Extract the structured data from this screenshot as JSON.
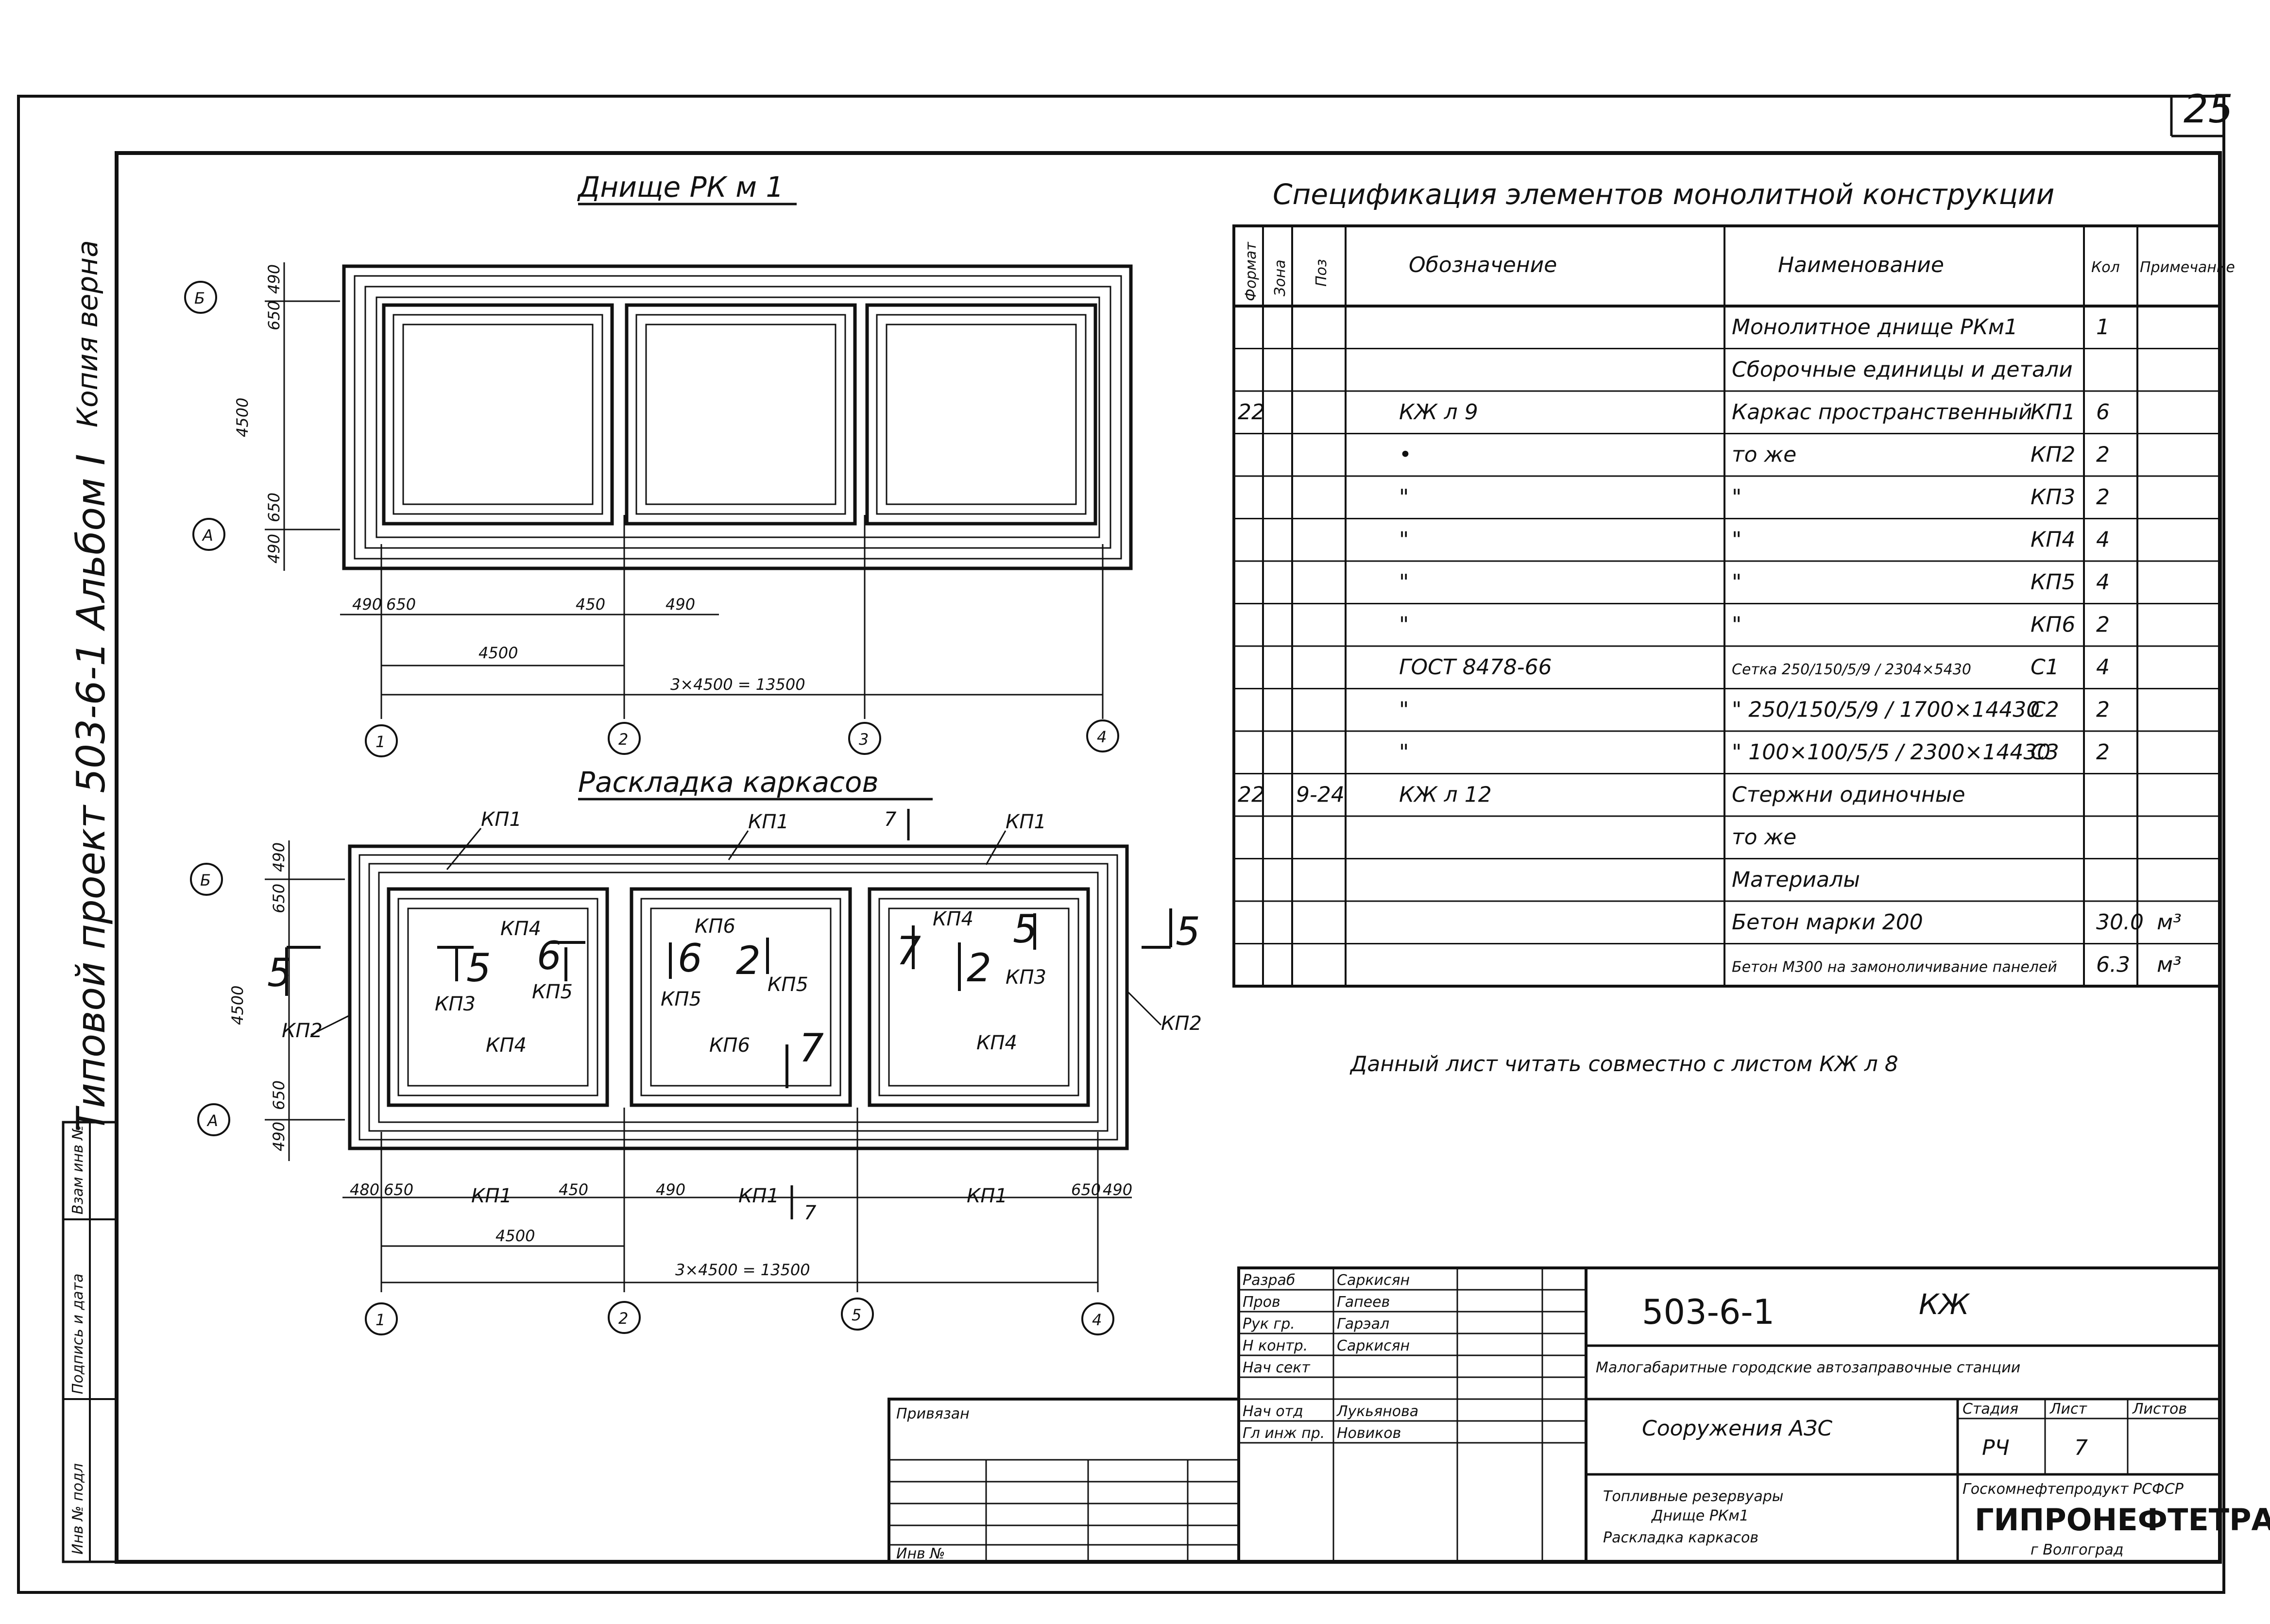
{
  "sheet": {
    "number": "25",
    "side_label": "Типовой проект 503-6-1 Альбом I",
    "corner_note": "Копия верна"
  },
  "plan1": {
    "title": "Днище РК м 1",
    "axes_x": [
      "1",
      "2",
      "3",
      "4"
    ],
    "axes_y": [
      "Б",
      "А"
    ],
    "dims": {
      "left_490": "490",
      "left_650": "650",
      "d450": "450",
      "d490": "490",
      "d4500": "4500",
      "total": "3×4500 = 13500",
      "v490_top": "490",
      "v650_top": "650",
      "v4500": "4500",
      "v650_bot": "650",
      "v490_bot": "490"
    }
  },
  "plan2": {
    "title": "Раскладка каркасов",
    "axes_x": [
      "1",
      "2",
      "5",
      "4"
    ],
    "axes_y": [
      "Б",
      "А"
    ],
    "marks": [
      "КП1",
      "КП1",
      "КП1",
      "КП4",
      "КП6",
      "КП4",
      "КП3",
      "КП5",
      "КП5",
      "КП5",
      "КП3",
      "КП2",
      "КП2",
      "КП4",
      "КП6",
      "КП4",
      "КП1",
      "КП1",
      "КП1"
    ],
    "sections": [
      "5",
      "5",
      "5",
      "6",
      "6",
      "2",
      "7",
      "7",
      "2",
      "5",
      "7",
      "7"
    ],
    "dims": {
      "d480": "480",
      "d650": "650",
      "d450": "450",
      "d490": "490",
      "d650r": "650",
      "d490r": "490",
      "d4500": "4500",
      "total": "3×4500 = 13500",
      "v490_top": "490",
      "v650_top": "650",
      "v4500": "4500",
      "v650_bot": "650",
      "v490_bot": "490"
    }
  },
  "spec": {
    "title": "Спецификация элементов монолитной конструкции",
    "headers": {
      "format": "Формат",
      "zone": "Зона",
      "pos": "Поз",
      "designation": "Обозначение",
      "name": "Наименование",
      "qty": "Кол",
      "note": "Примечание"
    },
    "rows": [
      {
        "format": "",
        "zone": "",
        "pos": "",
        "designation": "",
        "name": "Монолитное днище РКм1",
        "mark": "",
        "qty": "1",
        "note": ""
      },
      {
        "format": "",
        "zone": "",
        "pos": "",
        "designation": "",
        "name": "Сборочные единицы и детали",
        "mark": "",
        "qty": "",
        "note": ""
      },
      {
        "format": "22",
        "zone": "",
        "pos": "",
        "designation": "КЖ л 9",
        "name": "Каркас пространственный",
        "mark": "КП1",
        "qty": "6",
        "note": ""
      },
      {
        "format": "",
        "zone": "",
        "pos": "",
        "designation": "•",
        "name": "то же",
        "mark": "КП2",
        "qty": "2",
        "note": ""
      },
      {
        "format": "",
        "zone": "",
        "pos": "",
        "designation": "\"",
        "name": "\"",
        "mark": "КП3",
        "qty": "2",
        "note": ""
      },
      {
        "format": "",
        "zone": "",
        "pos": "",
        "designation": "\"",
        "name": "\"",
        "mark": "КП4",
        "qty": "4",
        "note": ""
      },
      {
        "format": "",
        "zone": "",
        "pos": "",
        "designation": "\"",
        "name": "\"",
        "mark": "КП5",
        "qty": "4",
        "note": ""
      },
      {
        "format": "",
        "zone": "",
        "pos": "",
        "designation": "\"",
        "name": "\"",
        "mark": "КП6",
        "qty": "2",
        "note": ""
      },
      {
        "format": "",
        "zone": "",
        "pos": "",
        "designation": "ГОСТ 8478-66",
        "name": "Сетка 250/150/5/9 / 2304×5430",
        "mark": "С1",
        "qty": "4",
        "note": ""
      },
      {
        "format": "",
        "zone": "",
        "pos": "",
        "designation": "\"",
        "name": "\" 250/150/5/9 / 1700×14430",
        "mark": "С2",
        "qty": "2",
        "note": ""
      },
      {
        "format": "",
        "zone": "",
        "pos": "",
        "designation": "\"",
        "name": "\" 100×100/5/5 / 2300×14430",
        "mark": "С3",
        "qty": "2",
        "note": ""
      },
      {
        "format": "22",
        "zone": "",
        "pos": "9-24",
        "designation": "КЖ л 12",
        "name": "Стержни одиночные",
        "mark": "",
        "qty": "",
        "note": ""
      },
      {
        "format": "",
        "zone": "",
        "pos": "",
        "designation": "",
        "name": "то же",
        "mark": "",
        "qty": "",
        "note": ""
      },
      {
        "format": "",
        "zone": "",
        "pos": "",
        "designation": "",
        "name": "Материалы",
        "mark": "",
        "qty": "",
        "note": ""
      },
      {
        "format": "",
        "zone": "",
        "pos": "",
        "designation": "",
        "name": "Бетон марки 200",
        "mark": "",
        "qty": "30.0",
        "note": "м³"
      },
      {
        "format": "",
        "zone": "",
        "pos": "",
        "designation": "",
        "name": "Бетон М300 на замоноличивание панелей",
        "mark": "",
        "qty": "6.3",
        "note": "м³"
      }
    ]
  },
  "note": "Данный лист читать совместно с листом КЖ л 8",
  "stamp": {
    "code": "503-6-1",
    "code_suffix": "КЖ",
    "project": "Малогабаритные городские автозаправочные станции",
    "object": "Сооружения АЗС",
    "sheet_title_1": "Топливные резервуары",
    "sheet_title_2": "Днище РКм1",
    "sheet_title_3": "Раскладка каркасов",
    "stage_label": "Стадия",
    "sheet_label": "Лист",
    "sheets_label": "Листов",
    "stage": "РЧ",
    "sheet": "7",
    "sheets": "",
    "org_line": "Госкомнефтепродукт РСФСР",
    "org": "ГИПРОНЕФТЕТРАНС",
    "city": "г Волгоград",
    "attached": "Привязан",
    "inv": "Инв №",
    "roles": [
      {
        "role": "Разраб",
        "name": "Саркисян"
      },
      {
        "role": "Пров",
        "name": "Гапеев"
      },
      {
        "role": "Рук гр.",
        "name": "Гарэал"
      },
      {
        "role": "Н контр.",
        "name": "Саркисян"
      },
      {
        "role": "Нач сект",
        "name": ""
      },
      {
        "role": "Нач отд",
        "name": "Лукьянова"
      },
      {
        "role": "Гл инж пр.",
        "name": "Новиков"
      }
    ]
  },
  "left_stamp": [
    "Взам инв №",
    "Подпись и дата",
    "Инв № подл"
  ]
}
